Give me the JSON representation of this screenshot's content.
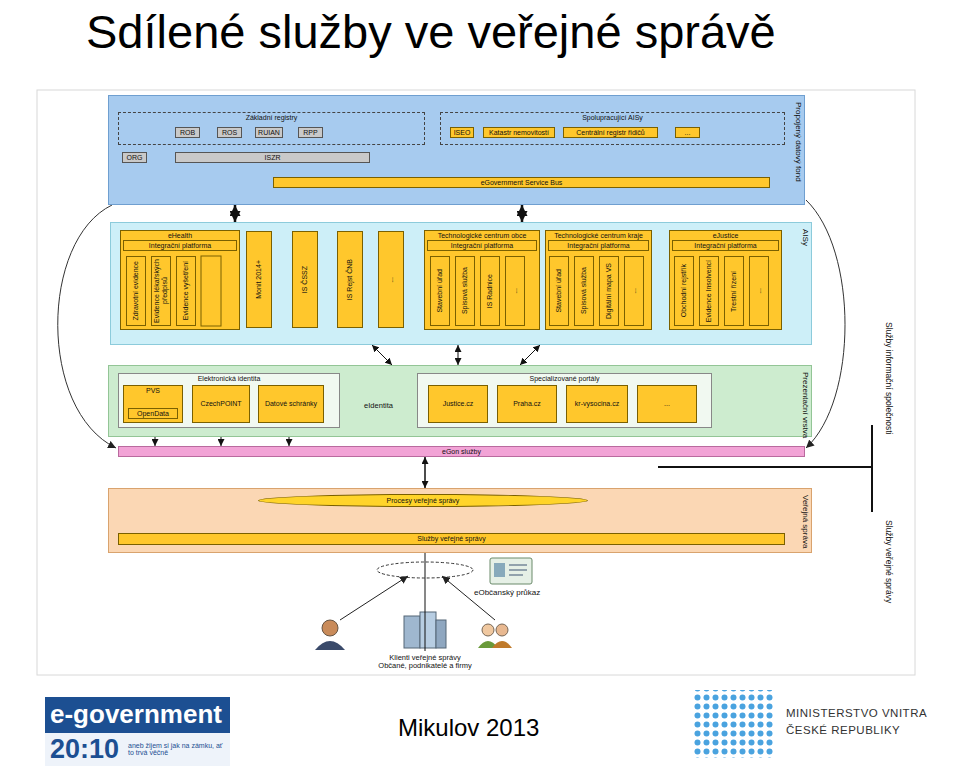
{
  "diagram": {
    "title": "Sdílené služby ve veřejné správě",
    "nodes": [
      {
        "text": [
          "Propojený datový fond"
        ]
      },
      {
        "text": [
          "Základní registry"
        ],
        "in": 0
      },
      {
        "text": [
          "ROB"
        ],
        "in": 1
      },
      {
        "text": [
          "ROS"
        ],
        "in": 1
      },
      {
        "text": [
          "RUIAN"
        ],
        "in": 1
      },
      {
        "text": [
          "RPP"
        ],
        "in": 1
      },
      {
        "text": [
          "ORG"
        ],
        "in": 0
      },
      {
        "text": [
          "ISZR"
        ],
        "in": 0
      },
      {
        "text": [
          "Spolupracující AISy"
        ],
        "in": 0
      },
      {
        "text": [
          "ISEO"
        ],
        "in": 8
      },
      {
        "text": [
          "Katastr nemovitostí"
        ],
        "in": 8
      },
      {
        "text": [
          "Centrální registr řidičů"
        ],
        "in": 8
      },
      {
        "text": [
          "..."
        ],
        "in": 8
      },
      {
        "text": [
          "eGovernment Service Bus"
        ],
        "in": 0
      },
      {
        "text": [
          "AISy"
        ]
      },
      {
        "text": [
          "eHealth"
        ],
        "in": 14
      },
      {
        "text": [
          "Integrační platforma"
        ],
        "in": 15
      },
      {
        "text": [
          "Zdravotní evidence"
        ],
        "in": 15
      },
      {
        "text": [
          "Evidence lékařských předpisů"
        ],
        "in": 15
      },
      {
        "text": [
          "Evidence vyšetření"
        ],
        "in": 15
      },
      {
        "text": [
          "Monit 2014+"
        ],
        "in": 14
      },
      {
        "text": [
          "IS ČSSZ"
        ],
        "in": 14
      },
      {
        "text": [
          "IS Rejst ČNB"
        ],
        "in": 14
      },
      {
        "text": [
          "..."
        ],
        "in": 14
      },
      {
        "text": [
          "Technologické centrum obce"
        ],
        "in": 14
      },
      {
        "text": [
          "Integrační platforma"
        ],
        "in": 24
      },
      {
        "text": [
          "Stavební úřad"
        ],
        "in": 24
      },
      {
        "text": [
          "Spisová služba"
        ],
        "in": 24
      },
      {
        "text": [
          "IS Radnice"
        ],
        "in": 24
      },
      {
        "text": [
          "..."
        ],
        "in": 24
      },
      {
        "text": [
          "Technologické centrum kraje"
        ],
        "in": 14
      },
      {
        "text": [
          "Integrační platforma"
        ],
        "in": 30
      },
      {
        "text": [
          "Stavební úřad"
        ],
        "in": 30
      },
      {
        "text": [
          "Spisová služba"
        ],
        "in": 30
      },
      {
        "text": [
          "Digitální mapa VS"
        ],
        "in": 30
      },
      {
        "text": [
          "..."
        ],
        "in": 30
      },
      {
        "text": [
          "eJustice"
        ],
        "in": 14
      },
      {
        "text": [
          "Integrační platforma"
        ],
        "in": 36
      },
      {
        "text": [
          "Obchodní rejstřík"
        ],
        "in": 36
      },
      {
        "text": [
          "Evidence Insolvencí"
        ],
        "in": 36
      },
      {
        "text": [
          "Trestní řízení"
        ],
        "in": 36
      },
      {
        "text": [
          "..."
        ],
        "in": 36
      },
      {
        "text": [
          "Prezentační vrstva"
        ]
      },
      {
        "text": [
          "Elektronická identita"
        ],
        "in": 42
      },
      {
        "text": [
          "PVS"
        ],
        "in": 43
      },
      {
        "text": [
          "OpenData"
        ],
        "in": 44
      },
      {
        "text": [
          "CzechPOINT"
        ],
        "in": 43
      },
      {
        "text": [
          "Datové schránky"
        ],
        "in": 43
      },
      {
        "text": [
          "Specializované portály"
        ],
        "in": 42
      },
      {
        "text": [
          "Justice.cz"
        ],
        "in": 48
      },
      {
        "text": [
          "Praha.cz"
        ],
        "in": 48
      },
      {
        "text": [
          "kr-vysocina.cz"
        ],
        "in": 48
      },
      {
        "text": [
          "..."
        ],
        "in": 48
      },
      {
        "text": [
          "eGon služby"
        ]
      },
      {
        "text": [
          "Veřejná správa"
        ]
      },
      {
        "text": [
          "Procesy veřejné správy"
        ],
        "in": 54
      },
      {
        "text": [
          "Služby veřejné správy"
        ],
        "in": 54
      },
      {
        "text": [
          "Klienti veřejné správy",
          "Občané, podnikatelé a firmy"
        ]
      }
    ],
    "edges": [
      {
        "from": 2,
        "to": 7,
        "arrow": "both"
      },
      {
        "from": 3,
        "to": 7,
        "arrow": "both"
      },
      {
        "from": 4,
        "to": 7,
        "arrow": "both"
      },
      {
        "from": 5,
        "to": 7,
        "arrow": "both"
      },
      {
        "from": 6,
        "to": 7,
        "arrow": "both"
      },
      {
        "from": 9,
        "to": 7,
        "arrow": "to"
      },
      {
        "from": 10,
        "to": 13,
        "arrow": "both"
      },
      {
        "from": 11,
        "to": 13,
        "arrow": "both"
      },
      {
        "from": 7,
        "to": 13,
        "arrow": "both"
      },
      {
        "from": 0,
        "to": 14,
        "arrow": "both"
      },
      {
        "from": 0,
        "to": 14,
        "arrow": "both"
      },
      {
        "from": 14,
        "to": 42,
        "arrow": "both"
      },
      {
        "from": 14,
        "to": 42,
        "arrow": "both"
      },
      {
        "from": 14,
        "to": 42,
        "arrow": "both"
      },
      {
        "from": 44,
        "to": 53,
        "arrow": "to"
      },
      {
        "from": 46,
        "to": 53,
        "arrow": "to"
      },
      {
        "from": 47,
        "to": 53,
        "arrow": "to"
      },
      {
        "from": 48,
        "to": 43,
        "label": "eIdentita",
        "arrow": "to"
      },
      {
        "from": 53,
        "to": 54,
        "arrow": "both"
      },
      {
        "from": 55,
        "to": 56,
        "arrow": "both"
      },
      {
        "from": 57,
        "to": 56,
        "arrow": "to"
      }
    ],
    "labels": [
      "eObčanský průkaz",
      "Služby informační společnosti",
      "Služby veřejné správy",
      "Mikulov 2013",
      "e-government",
      "20:10",
      "aneb žijem si jak na zámku, ať to trvá věčně",
      "MINISTERSTVO VNITRA",
      "ČESKÉ REPUBLIKY"
    ]
  }
}
